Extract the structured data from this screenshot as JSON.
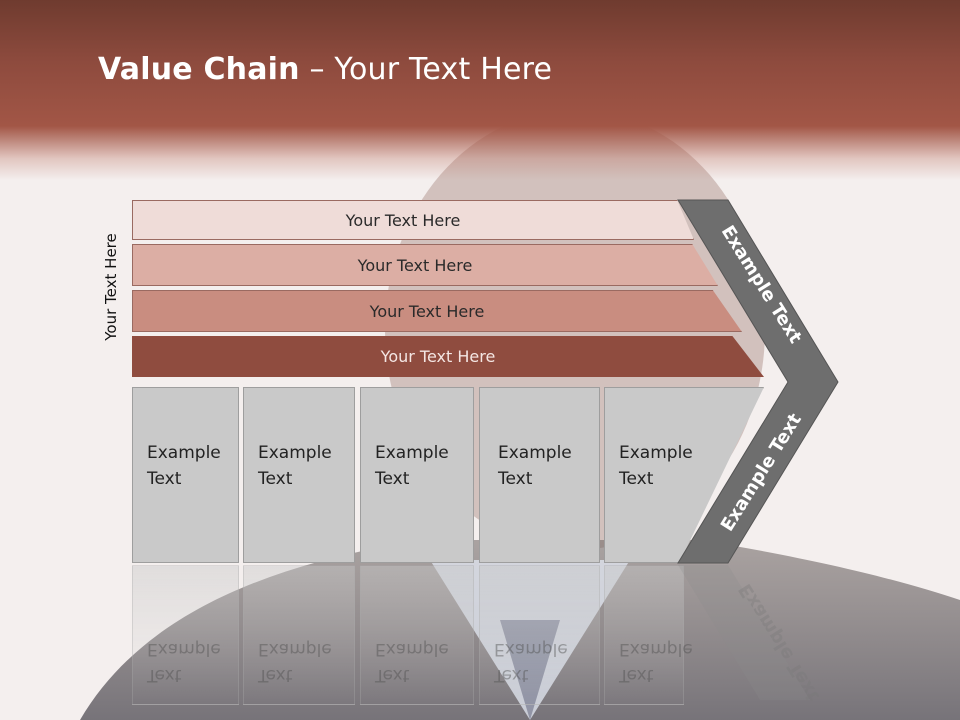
{
  "title": {
    "bold": "Value Chain",
    "dash": " – ",
    "rest": "Your Text Here"
  },
  "vertical_label": "Your Text Here",
  "bars": [
    {
      "label": "Your Text Here"
    },
    {
      "label": "Your Text Here"
    },
    {
      "label": "Your Text Here"
    },
    {
      "label": "Your Text Here"
    }
  ],
  "boxes": [
    {
      "line1": "Example",
      "line2": "Text"
    },
    {
      "line1": "Example",
      "line2": "Text"
    },
    {
      "line1": "Example",
      "line2": "Text"
    },
    {
      "line1": "Example",
      "line2": "Text"
    },
    {
      "line1": "Example",
      "line2": "Text"
    }
  ],
  "chevron": {
    "upper_label": "Example Text",
    "lower_label": "Example Text"
  },
  "colors": {
    "header": "#9b5243",
    "chevron": "#6e6e6e",
    "box": "#c9c9c9"
  }
}
